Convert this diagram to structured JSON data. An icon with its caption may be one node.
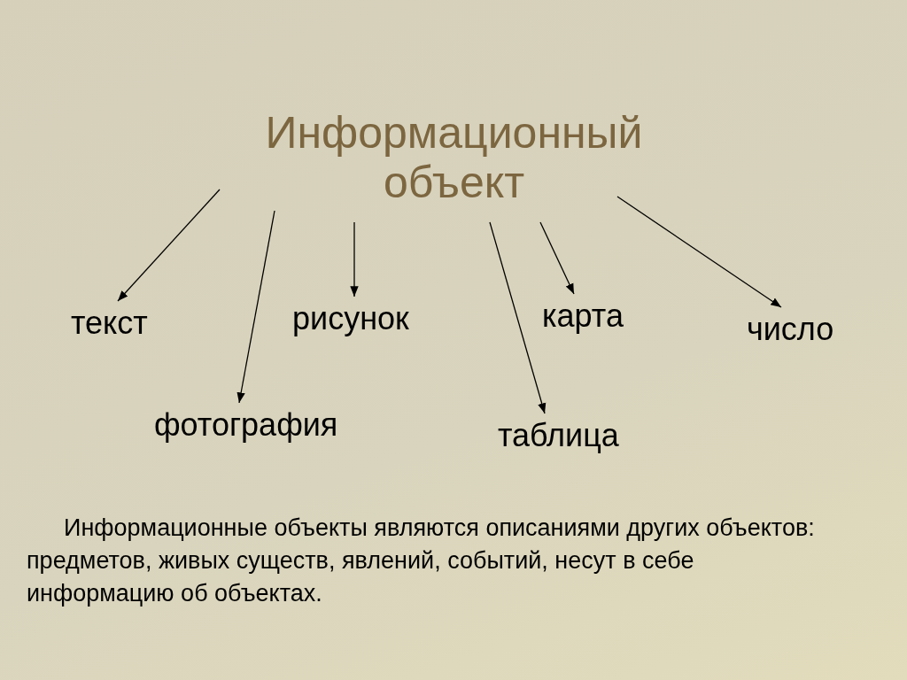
{
  "diagram": {
    "nodes": [
      {
        "text": [
          "Информационный объект"
        ]
      },
      {
        "text": [
          "текст"
        ]
      },
      {
        "text": [
          "фотография"
        ]
      },
      {
        "text": [
          "рисунок"
        ]
      },
      {
        "text": [
          "таблица"
        ]
      },
      {
        "text": [
          "карта"
        ]
      },
      {
        "text": [
          "число"
        ]
      }
    ],
    "edges": [
      {
        "from": 0,
        "to": 1,
        "arrow": "to"
      },
      {
        "from": 0,
        "to": 2,
        "arrow": "to"
      },
      {
        "from": 0,
        "to": 3,
        "arrow": "to"
      },
      {
        "from": 0,
        "to": 4,
        "arrow": "to"
      },
      {
        "from": 0,
        "to": 5,
        "arrow": "to"
      },
      {
        "from": 0,
        "to": 6,
        "arrow": "to"
      }
    ],
    "labels": [
      "Информационные объекты являются описаниями других объектов: предметов, живых существ, явлений, событий, несут в себе информацию об объектах."
    ]
  }
}
